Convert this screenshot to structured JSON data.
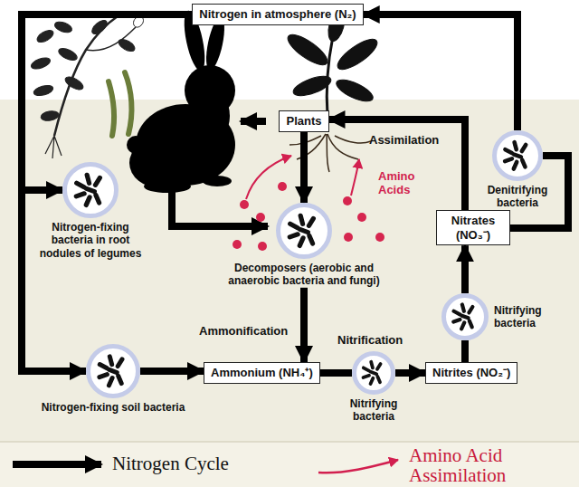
{
  "diagram": {
    "nodes": [
      {
        "text": [
          "Nitrogen in atmosphere (N₂)"
        ]
      },
      {
        "text": [
          "Plants"
        ]
      },
      {
        "text": [
          "Decomposers (aerobic and anaerobic bacteria and fungi)"
        ]
      },
      {
        "text": [
          "Nitrogen-fixing bacteria in root nodules of legumes"
        ]
      },
      {
        "text": [
          "Nitrogen-fixing soil bacteria"
        ]
      },
      {
        "text": [
          "Ammonium (NH₄⁺)"
        ]
      },
      {
        "text": [
          "Nitrifying bacteria"
        ]
      },
      {
        "text": [
          "Nitrites (NO₂⁻)"
        ]
      },
      {
        "text": [
          "Nitrifying bacteria"
        ]
      },
      {
        "text": [
          "Nitrates (NO₃⁻)"
        ]
      },
      {
        "text": [
          "Denitrifying bacteria"
        ]
      }
    ],
    "edges": [
      {
        "from": 0,
        "to": 3,
        "arrow": "to"
      },
      {
        "from": 0,
        "to": 4,
        "arrow": "to"
      },
      {
        "from": 4,
        "to": 5,
        "arrow": "to"
      },
      {
        "from": 5,
        "to": 6,
        "arrow": "none"
      },
      {
        "from": 6,
        "to": 7,
        "arrow": "to"
      },
      {
        "from": 7,
        "to": 8,
        "arrow": "none"
      },
      {
        "from": 8,
        "to": 9,
        "arrow": "to"
      },
      {
        "from": 9,
        "to": 1,
        "arrow": "to"
      },
      {
        "from": 9,
        "to": 10,
        "arrow": "none"
      },
      {
        "from": 10,
        "to": 0,
        "arrow": "to"
      },
      {
        "from": 1,
        "to": 2,
        "arrow": "to"
      },
      {
        "from": 2,
        "to": 5,
        "arrow": "to"
      }
    ],
    "labels": [
      "Assimilation",
      "Amino Acids",
      "Ammonification",
      "Nitrification"
    ],
    "legend": [
      {
        "text": "Nitrogen Cycle"
      },
      {
        "text": "Amino Acid Assimilation"
      }
    ]
  }
}
